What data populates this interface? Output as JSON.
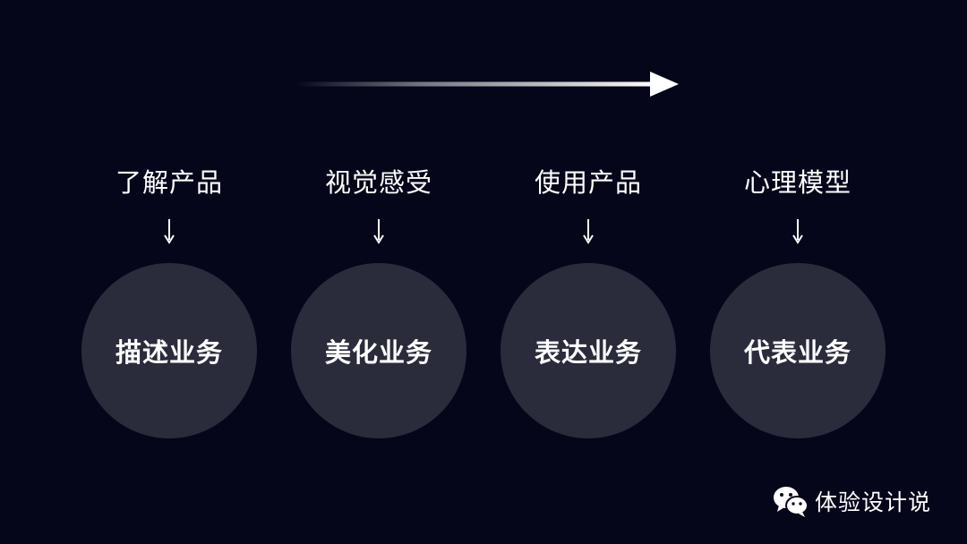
{
  "stages": [
    {
      "label": "了解产品",
      "result": "描述业务"
    },
    {
      "label": "视觉感受",
      "result": "美化业务"
    },
    {
      "label": "使用产品",
      "result": "表达业务"
    },
    {
      "label": "心理模型",
      "result": "代表业务"
    }
  ],
  "watermark": {
    "text": "体验设计说",
    "icon": "wechat-icon"
  },
  "colors": {
    "background": "#05061a",
    "circle": "#2a2b3b",
    "text": "#ffffff"
  }
}
